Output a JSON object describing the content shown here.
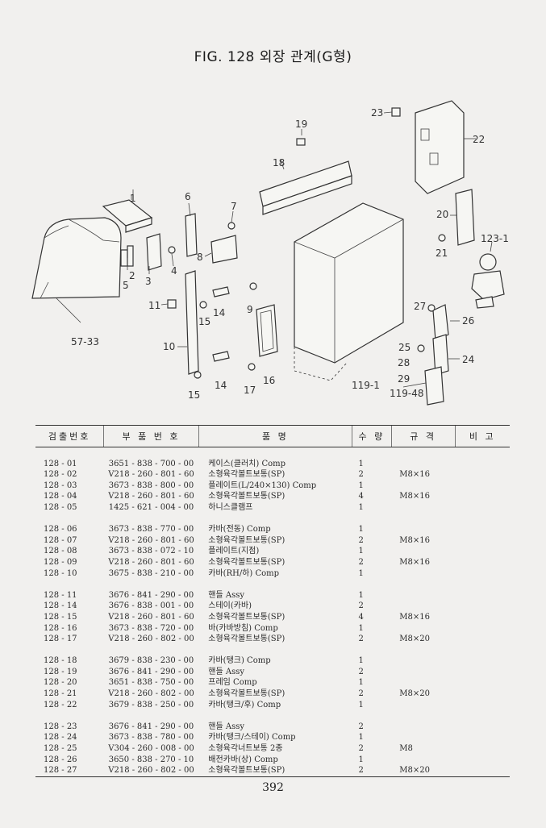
{
  "title": "FIG. 128 외장 관계(G형)",
  "diagram": {
    "callouts": [
      "1",
      "2",
      "3",
      "4",
      "5",
      "6",
      "7",
      "8",
      "9",
      "10",
      "11",
      "14",
      "15",
      "14",
      "15",
      "16",
      "17",
      "18",
      "19",
      "20",
      "21",
      "22",
      "23",
      "24",
      "25",
      "26",
      "27",
      "28",
      "29",
      "57-33",
      "119-1",
      "119-48",
      "123-1"
    ]
  },
  "table": {
    "headers": [
      "검출번호",
      "부 품 번 호",
      "품 명",
      "수 량",
      "규 격",
      "비 고"
    ],
    "groups": [
      [
        {
          "no": "128 - 01",
          "part": "3651 - 838 - 700 - 00",
          "name": "케이스(클러치) Comp",
          "qty": "1",
          "spec": ""
        },
        {
          "no": "128 - 02",
          "part": "V218 - 260 - 801 - 60",
          "name": "소형육각볼트보통(SP)",
          "qty": "2",
          "spec": "M8×16"
        },
        {
          "no": "128 - 03",
          "part": "3673 - 838 - 800 - 00",
          "name": "플레이트(L/240×130) Comp",
          "qty": "1",
          "spec": ""
        },
        {
          "no": "128 - 04",
          "part": "V218 - 260 - 801 - 60",
          "name": "소형육각볼트보통(SP)",
          "qty": "4",
          "spec": "M8×16"
        },
        {
          "no": "128 - 05",
          "part": "1425 - 621 - 004 - 00",
          "name": "하니스클램프",
          "qty": "1",
          "spec": ""
        }
      ],
      [
        {
          "no": "128 - 06",
          "part": "3673 - 838 - 770 - 00",
          "name": "카바(전동) Comp",
          "qty": "1",
          "spec": ""
        },
        {
          "no": "128 - 07",
          "part": "V218 - 260 - 801 - 60",
          "name": "소형육각볼트보통(SP)",
          "qty": "2",
          "spec": "M8×16"
        },
        {
          "no": "128 - 08",
          "part": "3673 - 838 - 072 - 10",
          "name": "플레이트(지점)",
          "qty": "1",
          "spec": ""
        },
        {
          "no": "128 - 09",
          "part": "V218 - 260 - 801 - 60",
          "name": "소형육각볼트보통(SP)",
          "qty": "2",
          "spec": "M8×16"
        },
        {
          "no": "128 - 10",
          "part": "3675 - 838 - 210 - 00",
          "name": "카바(RH/하) Comp",
          "qty": "1",
          "spec": ""
        }
      ],
      [
        {
          "no": "128 - 11",
          "part": "3676 - 841 - 290 - 00",
          "name": "핸들 Assy",
          "qty": "1",
          "spec": ""
        },
        {
          "no": "128 - 14",
          "part": "3676 - 838 - 001 - 00",
          "name": "스테이(카바)",
          "qty": "2",
          "spec": ""
        },
        {
          "no": "128 - 15",
          "part": "V218 - 260 - 801 - 60",
          "name": "소형육각볼트보통(SP)",
          "qty": "4",
          "spec": "M8×16"
        },
        {
          "no": "128 - 16",
          "part": "3673 - 838 - 720 - 00",
          "name": "바(카바방침) Comp",
          "qty": "1",
          "spec": ""
        },
        {
          "no": "128 - 17",
          "part": "V218 - 260 - 802 - 00",
          "name": "소형육각볼트보통(SP)",
          "qty": "2",
          "spec": "M8×20"
        }
      ],
      [
        {
          "no": "128 - 18",
          "part": "3679 - 838 - 230 - 00",
          "name": "카바(탱크) Comp",
          "qty": "1",
          "spec": ""
        },
        {
          "no": "128 - 19",
          "part": "3676 - 841 - 290 - 00",
          "name": "핸들 Assy",
          "qty": "2",
          "spec": ""
        },
        {
          "no": "128 - 20",
          "part": "3651 - 838 - 750 - 00",
          "name": "프레임 Comp",
          "qty": "1",
          "spec": ""
        },
        {
          "no": "128 - 21",
          "part": "V218 - 260 - 802 - 00",
          "name": "소형육각볼트보통(SP)",
          "qty": "2",
          "spec": "M8×20"
        },
        {
          "no": "128 - 22",
          "part": "3679 - 838 - 250 - 00",
          "name": "카바(탱크/후) Comp",
          "qty": "1",
          "spec": ""
        }
      ],
      [
        {
          "no": "128 - 23",
          "part": "3676 - 841 - 290 - 00",
          "name": "핸들 Assy",
          "qty": "2",
          "spec": ""
        },
        {
          "no": "128 - 24",
          "part": "3673 - 838 - 780 - 00",
          "name": "카바(탱크/스테이) Comp",
          "qty": "1",
          "spec": ""
        },
        {
          "no": "128 - 25",
          "part": "V304 - 260 - 008 - 00",
          "name": "소형육각너트보통 2종",
          "qty": "2",
          "spec": "M8"
        },
        {
          "no": "128 - 26",
          "part": "3650 - 838 - 270 - 10",
          "name": "배전카바(상) Comp",
          "qty": "1",
          "spec": ""
        },
        {
          "no": "128 - 27",
          "part": "V218 - 260 - 802 - 00",
          "name": "소형육각볼트보통(SP)",
          "qty": "2",
          "spec": "M8×20"
        }
      ]
    ]
  },
  "page_number": "392"
}
